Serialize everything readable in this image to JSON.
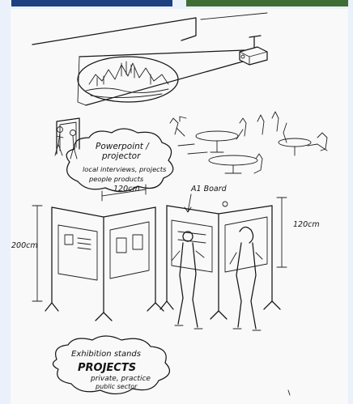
{
  "labels": {
    "cloud_projector_line1": "Powerpoint /",
    "cloud_projector_line2": "projector",
    "cloud_projector_line3": "local interviews, projects",
    "cloud_projector_line4": "people products",
    "width_dimension": "120cm",
    "board_callout": "A1 Board",
    "height_left": "200cm",
    "height_right": "120cm",
    "cloud_exhibition_line1": "Exhibition stands",
    "cloud_exhibition_line2": "PROJECTS",
    "cloud_exhibition_line3": "private, practice",
    "cloud_exhibition_line4": "public sector"
  },
  "colors": {
    "page_background": "#eaf1fa",
    "sheet": "#f8f9f8",
    "ink": "#161616",
    "top_photo_left": "#1e3f80",
    "top_photo_right": "#3f6e34"
  }
}
